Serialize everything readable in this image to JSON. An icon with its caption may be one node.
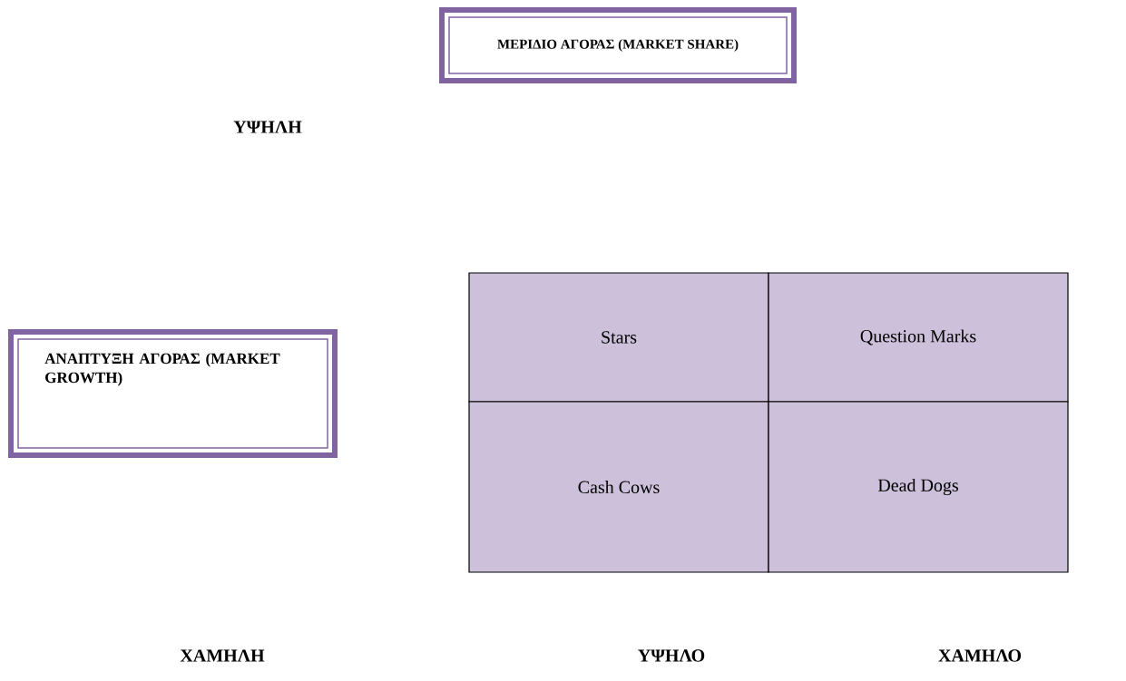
{
  "diagram": {
    "nodes": [
      {
        "text": [
          "ΜΕΡΙΔΙΟ ΑΓΟΡΑΣ (MARKET SHARE)"
        ]
      },
      {
        "text": [
          "ΑΝΑΠΤΥΞΗ ΑΓΟΡΑΣ (MARKET GROWTH)"
        ]
      },
      {
        "text": [
          "Stars"
        ]
      },
      {
        "text": [
          "Question Marks"
        ]
      },
      {
        "text": [
          "Cash Cows"
        ]
      },
      {
        "text": [
          "Dead Dogs"
        ]
      }
    ],
    "labels": [
      "ΥΨΗΛΗ",
      "ΧΑΜΗΛΗ",
      "ΥΨΗΛΟ",
      "ΧΑΜΗΛΟ"
    ]
  }
}
